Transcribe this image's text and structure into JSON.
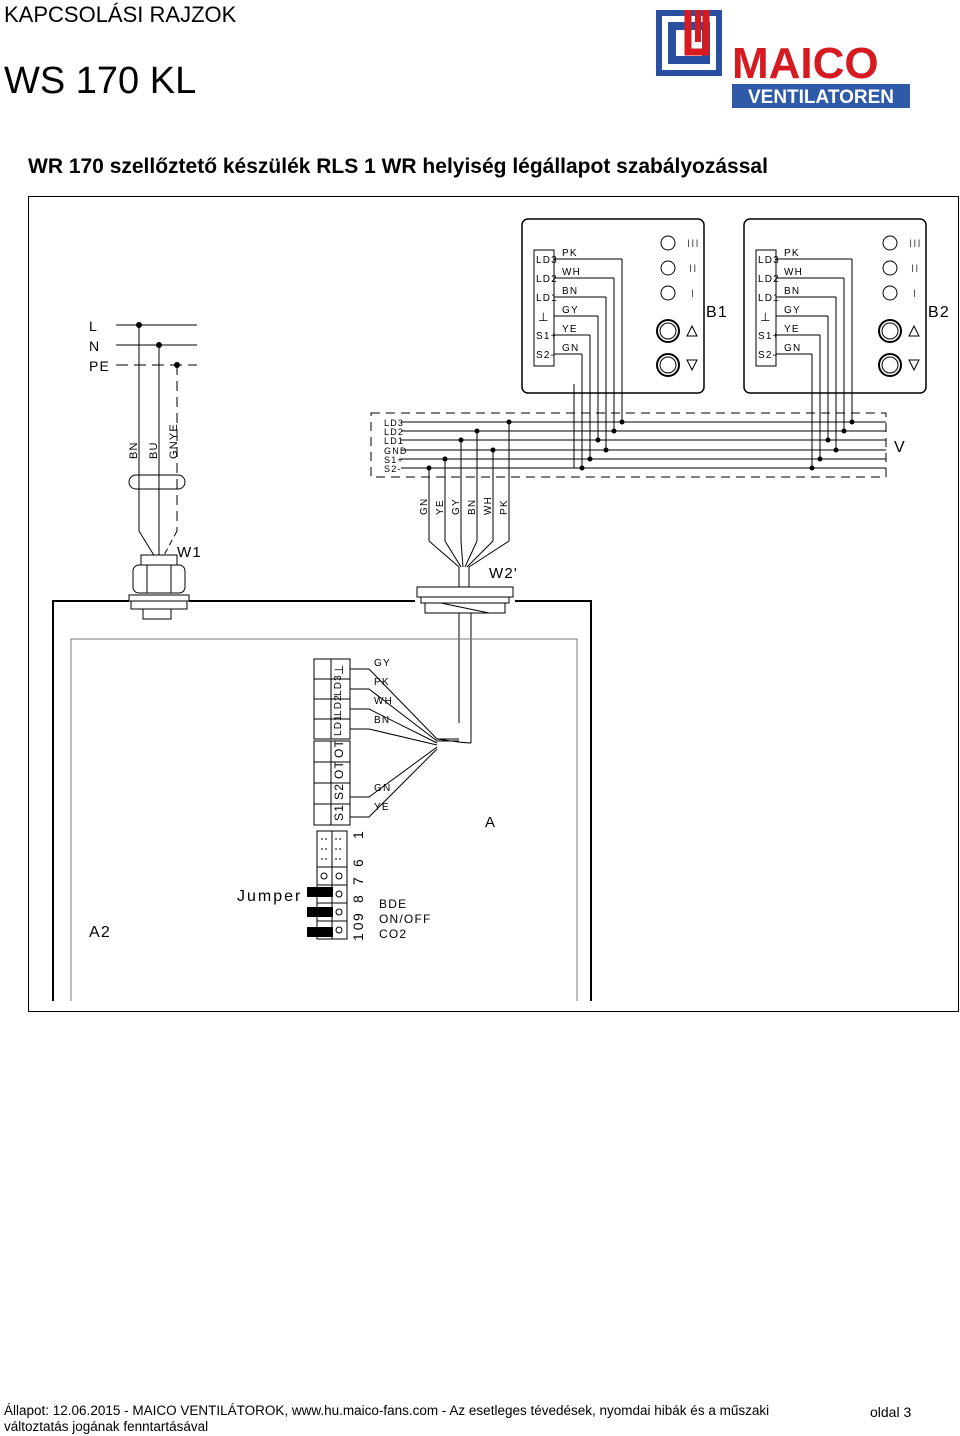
{
  "header": {
    "section_title": "KAPCSOLÁSI RAJZOK",
    "model": "WS 170 KL",
    "logo": {
      "brand": "MAICO",
      "tagline": "VENTILATOREN",
      "colors": {
        "red": "#d71920",
        "blue": "#2a4ea0",
        "tagline_bg": "#2f5aa8"
      }
    }
  },
  "subtitle": "WR 170 szellőztető készülék RLS 1 WR helyiség légállapot szabályozással",
  "diagram": {
    "mains": {
      "L": "L",
      "N": "N",
      "PE": "PE"
    },
    "mains_cable_wires": [
      "BN",
      "BU",
      "GNYE"
    ],
    "cable_w1": "W1",
    "cable_w2": "W2'",
    "bus": {
      "label": "V",
      "lines": [
        "LD3",
        "LD2",
        "LD1",
        "GND",
        "S1+",
        "S2-"
      ]
    },
    "w2_wires": [
      "GN",
      "YE",
      "GY",
      "BN",
      "WH",
      "PK"
    ],
    "controllers": [
      {
        "id": "B1",
        "terminals": [
          "LD3",
          "LD2",
          "LD1",
          "⊥",
          "S1+",
          "S2-"
        ],
        "wires": [
          "PK",
          "WH",
          "BN",
          "GY",
          "YE",
          "GN"
        ],
        "stages": [
          "III",
          "II",
          "I"
        ]
      },
      {
        "id": "B2",
        "terminals": [
          "LD3",
          "LD2",
          "LD1",
          "⊥",
          "S1+",
          "S2-"
        ],
        "wires": [
          "PK",
          "WH",
          "BN",
          "GY",
          "YE",
          "GN"
        ],
        "stages": [
          "III",
          "II",
          "I"
        ]
      }
    ],
    "unit": {
      "label_a": "A",
      "label_a2": "A2",
      "block1_terminals": [
        "LD1",
        "LD2",
        "LD3",
        "⊥"
      ],
      "block1_wires": [
        "GY",
        "PK",
        "WH",
        "BN"
      ],
      "block2_terminals": [
        "S1",
        "S2",
        "OT",
        "OT"
      ],
      "block2_wires": [
        "GN",
        "YE"
      ],
      "jumper_label": "Jumper",
      "jumper_numbers": [
        "1",
        "10",
        "9",
        "8",
        "7",
        "6"
      ],
      "jumper_functions": [
        "BDE",
        "ON/OFF",
        "CO2"
      ]
    }
  },
  "footer": {
    "text": "Állapot: 12.06.2015 - MAICO VENTILÁTOROK, www.hu.maico-fans.com - Az esetleges tévedések, nyomdai hibák és a műszaki változtatás jogának fenntartásával",
    "page": "oldal 3"
  }
}
